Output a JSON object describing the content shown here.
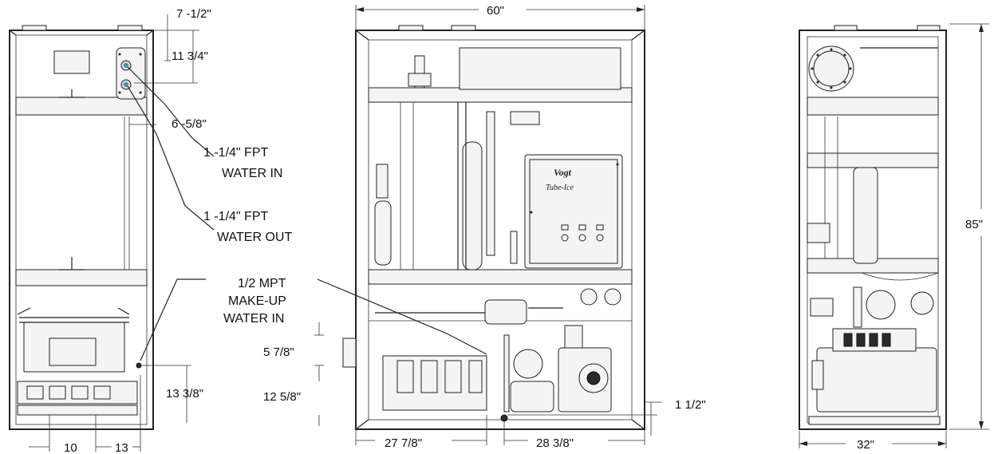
{
  "dimensions": {
    "left_top_offset": "7 -1/2\"",
    "left_outlet_height": "11 3/4\"",
    "left_side_offset": "6 -5/8\"",
    "left_makeup_height": "13 3/8\"",
    "left_bottom_a": "10",
    "left_bottom_b": "13",
    "front_width": "60\"",
    "front_side_a": "5 7/8\"",
    "front_side_b": "12 5/8\"",
    "front_bottom_left": "27 7/8\"",
    "front_bottom_right": "28 3/8\"",
    "front_drain_height": "1 1/2\"",
    "right_height": "85\"",
    "right_width": "32\""
  },
  "labels": {
    "water_in_line1": "1 -1/4\" FPT",
    "water_in_line2": "WATER IN",
    "water_out_line1": "1 -1/4\" FPT",
    "water_out_line2": "WATER OUT",
    "makeup_line1": "1/2 MPT",
    "makeup_line2": "MAKE-UP",
    "makeup_line3": "WATER IN"
  },
  "panel_logo": {
    "line1": "Vogt",
    "line2": "Tube-Ice"
  }
}
